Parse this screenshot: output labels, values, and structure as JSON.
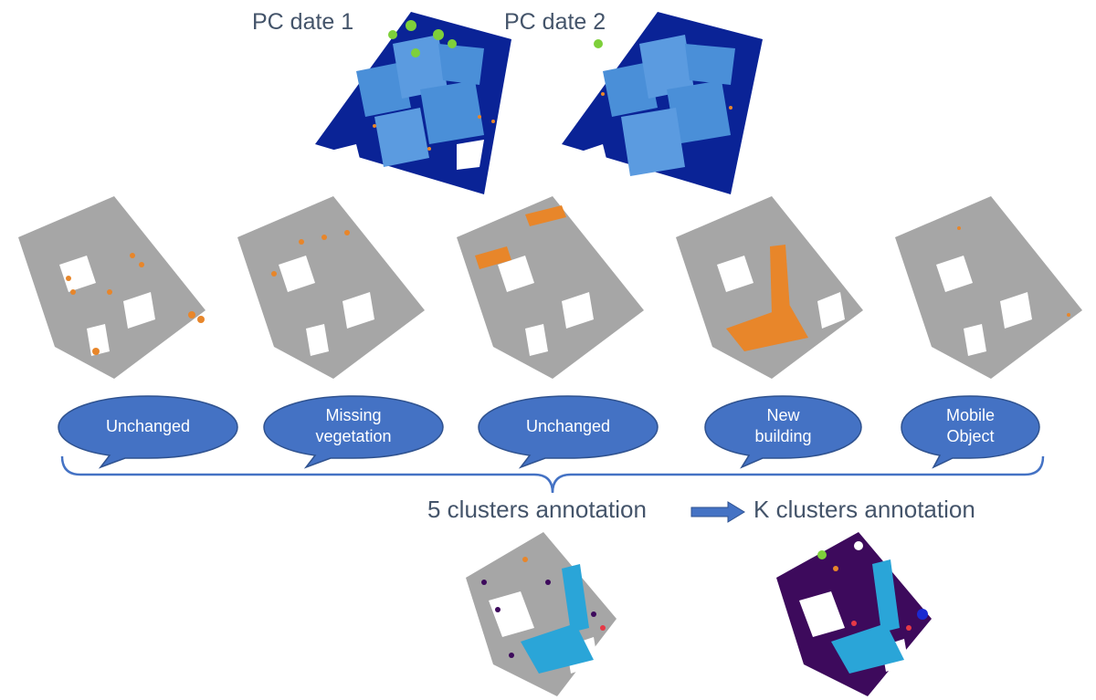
{
  "top_titles": {
    "date1": "PC date 1",
    "date2": "PC date 2"
  },
  "bubbles": [
    {
      "lines": [
        "Unchanged"
      ]
    },
    {
      "lines": [
        "Missing",
        "vegetation"
      ]
    },
    {
      "lines": [
        "Unchanged"
      ]
    },
    {
      "lines": [
        "New",
        "building"
      ]
    },
    {
      "lines": [
        "Mobile",
        "Object"
      ]
    }
  ],
  "annotation": {
    "left": "5 clusters annotation",
    "right": "K clusters annotation"
  },
  "colors": {
    "ground_blue": "#0a2396",
    "building_blue": "#4a8fd8",
    "vegetation_green": "#7ed03a",
    "change_orange": "#e8862a",
    "unchanged_gray": "#a6a6a6",
    "bubble_fill": "#4472c4",
    "bubble_stroke": "#2f528f",
    "brace": "#4472c4",
    "cluster_purple": "#3d0a5c",
    "cluster_cyan": "#2aa5d8",
    "text_gray": "#44546a"
  }
}
